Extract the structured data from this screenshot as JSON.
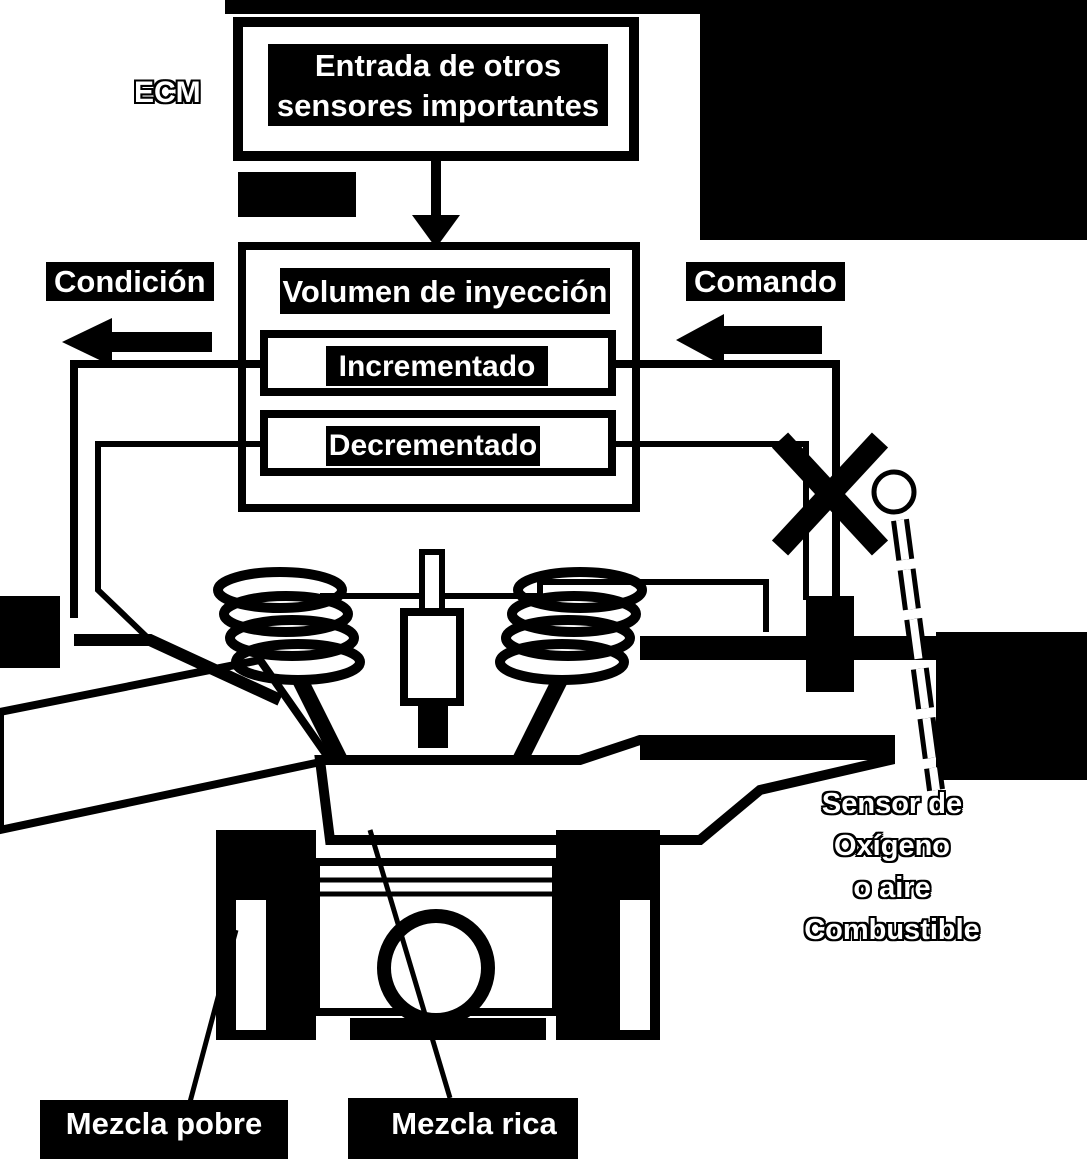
{
  "ecm": {
    "label": "ECM",
    "input_box_line1": "Entrada de otros",
    "input_box_line2": "sensores importantes",
    "injection_title": "Volumen de inyección",
    "increased": "Incrementado",
    "decreased": "Decrementado"
  },
  "sides": {
    "condition": "Condición",
    "command": "Comando"
  },
  "sensor": {
    "line1": "Sensor de",
    "line2": "Oxígeno",
    "line3": "o aire",
    "line4": "Combustible"
  },
  "mixtures": {
    "lean": "Mezcla pobre",
    "rich": "Mezcla rica"
  },
  "colors": {
    "ink": "#000000",
    "paper": "#ffffff"
  }
}
